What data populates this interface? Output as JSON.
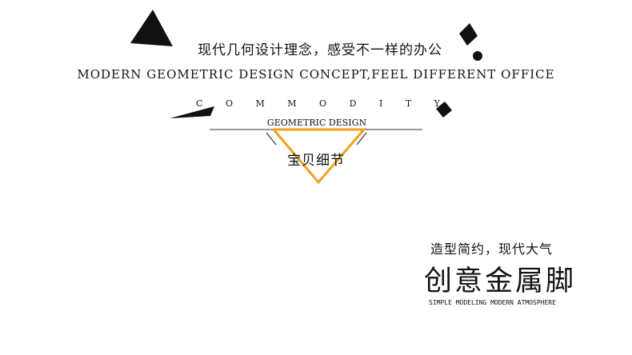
{
  "header": {
    "cn_title": "现代几何设计理念，感受不一样的办公",
    "en_title": "MODERN GEOMETRIC DESIGN CONCEPT,FEEL DIFFERENT OFFICE",
    "commodity_letters": [
      "C",
      "O",
      "M",
      "M",
      "O",
      "D",
      "I",
      "T",
      "Y"
    ],
    "geometric_label": "GEOMETRIC DESIGN",
    "detail_label": "宝贝细节"
  },
  "feature": {
    "slogan_small": "造型简约，现代大气",
    "slogan_big": "创意金属脚",
    "slogan_en": "SIMPLE MODELING MODERN ATMOSPHERE"
  },
  "colors": {
    "accent": "#f0a020",
    "ink": "#111111",
    "background": "#ffffff"
  }
}
